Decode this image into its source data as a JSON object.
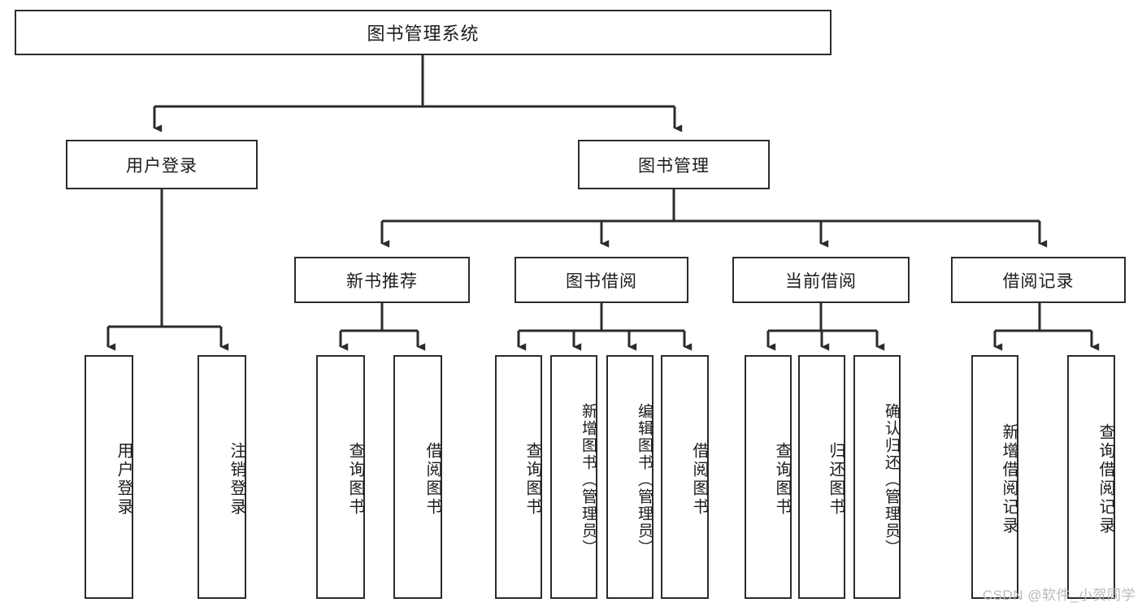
{
  "diagram": {
    "title": "图书管理系统",
    "type": "tree-hierarchy-chart",
    "root": {
      "label": "图书管理系统"
    },
    "level2": [
      {
        "label": "用户登录"
      },
      {
        "label": "图书管理"
      }
    ],
    "level3": [
      {
        "label": "新书推荐"
      },
      {
        "label": "图书借阅"
      },
      {
        "label": "当前借阅"
      },
      {
        "label": "借阅记录"
      }
    ],
    "leaves_user_login": [
      {
        "label": "用户登录"
      },
      {
        "label": "注销登录"
      }
    ],
    "leaves_new_book": [
      {
        "label": "查询图书"
      },
      {
        "label": "借阅图书"
      }
    ],
    "leaves_borrow": [
      {
        "label": "查询图书"
      },
      {
        "label": "新增图书（管理员）"
      },
      {
        "label": "编辑图书（管理员）"
      },
      {
        "label": "借阅图书"
      }
    ],
    "leaves_current": [
      {
        "label": "查询图书"
      },
      {
        "label": "归还图书"
      },
      {
        "label": "确认归还（管理员）"
      }
    ],
    "leaves_record": [
      {
        "label": "新增借阅记录"
      },
      {
        "label": "查询借阅记录"
      }
    ]
  },
  "watermark": {
    "text": "CSDN @软件_小贺同学"
  },
  "colors": {
    "border": "#2b2b2b",
    "background": "#ffffff",
    "text": "#1c1c1c",
    "watermark": "#b9b9b9"
  }
}
